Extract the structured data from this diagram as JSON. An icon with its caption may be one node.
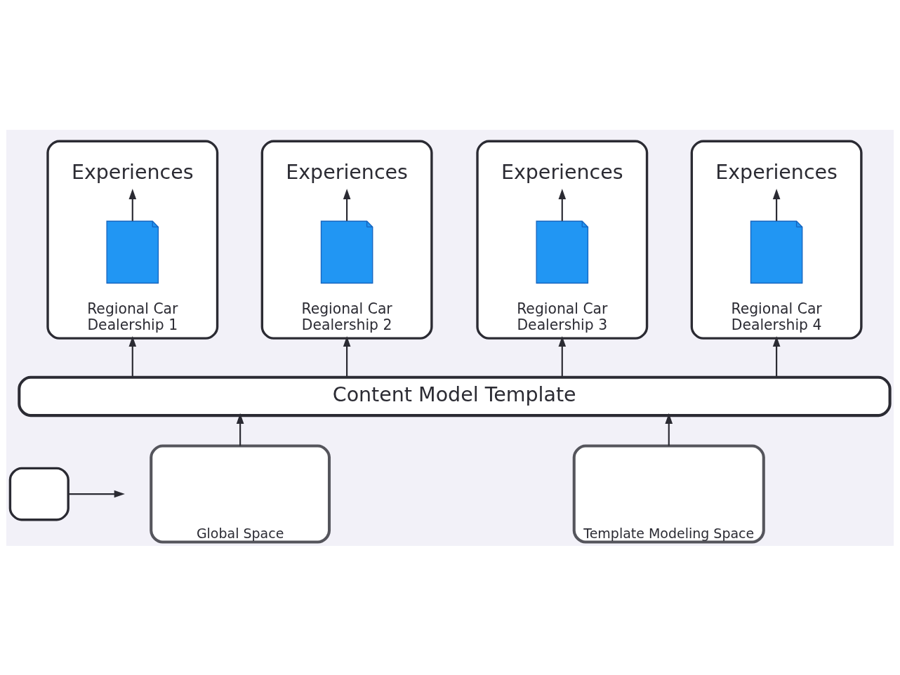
{
  "diagram": {
    "nodes": [
      {
        "text": [
          "Regional Car Dealership 1"
        ]
      },
      {
        "text": [
          "Experiences"
        ],
        "in": 0
      },
      {
        "text": [],
        "shape": "picture",
        "in": 0
      },
      {
        "text": [
          "Regional Car Dealership 2"
        ]
      },
      {
        "text": [
          "Experiences"
        ],
        "in": 3
      },
      {
        "text": [],
        "shape": "picture",
        "in": 3
      },
      {
        "text": [
          "Regional Car Dealership 3"
        ]
      },
      {
        "text": [
          "Experiences"
        ],
        "in": 6
      },
      {
        "text": [],
        "shape": "picture",
        "in": 6
      },
      {
        "text": [
          "Regional Car Dealership 4"
        ]
      },
      {
        "text": [
          "Experiences"
        ],
        "in": 9
      },
      {
        "text": [],
        "shape": "picture",
        "in": 9
      },
      {
        "text": [
          "Content Model Template"
        ]
      },
      {
        "text": [
          "Global Space"
        ]
      },
      {
        "text": [
          "Template Modeling Space"
        ]
      },
      {
        "text": [],
        "shape": "box"
      }
    ],
    "edges": [
      {
        "from": 2,
        "to": 1,
        "arrow": "to"
      },
      {
        "from": 5,
        "to": 4,
        "arrow": "to"
      },
      {
        "from": 8,
        "to": 7,
        "arrow": "to"
      },
      {
        "from": 11,
        "to": 10,
        "arrow": "to"
      },
      {
        "from": 12,
        "to": 0,
        "arrow": "to"
      },
      {
        "from": 12,
        "to": 3,
        "arrow": "to"
      },
      {
        "from": 12,
        "to": 6,
        "arrow": "to"
      },
      {
        "from": 12,
        "to": 9,
        "arrow": "to"
      },
      {
        "from": 13,
        "to": 12,
        "arrow": "to"
      },
      {
        "from": 14,
        "to": 12,
        "arrow": "to"
      },
      {
        "from": 15,
        "to": null,
        "arrow": "to"
      }
    ]
  }
}
